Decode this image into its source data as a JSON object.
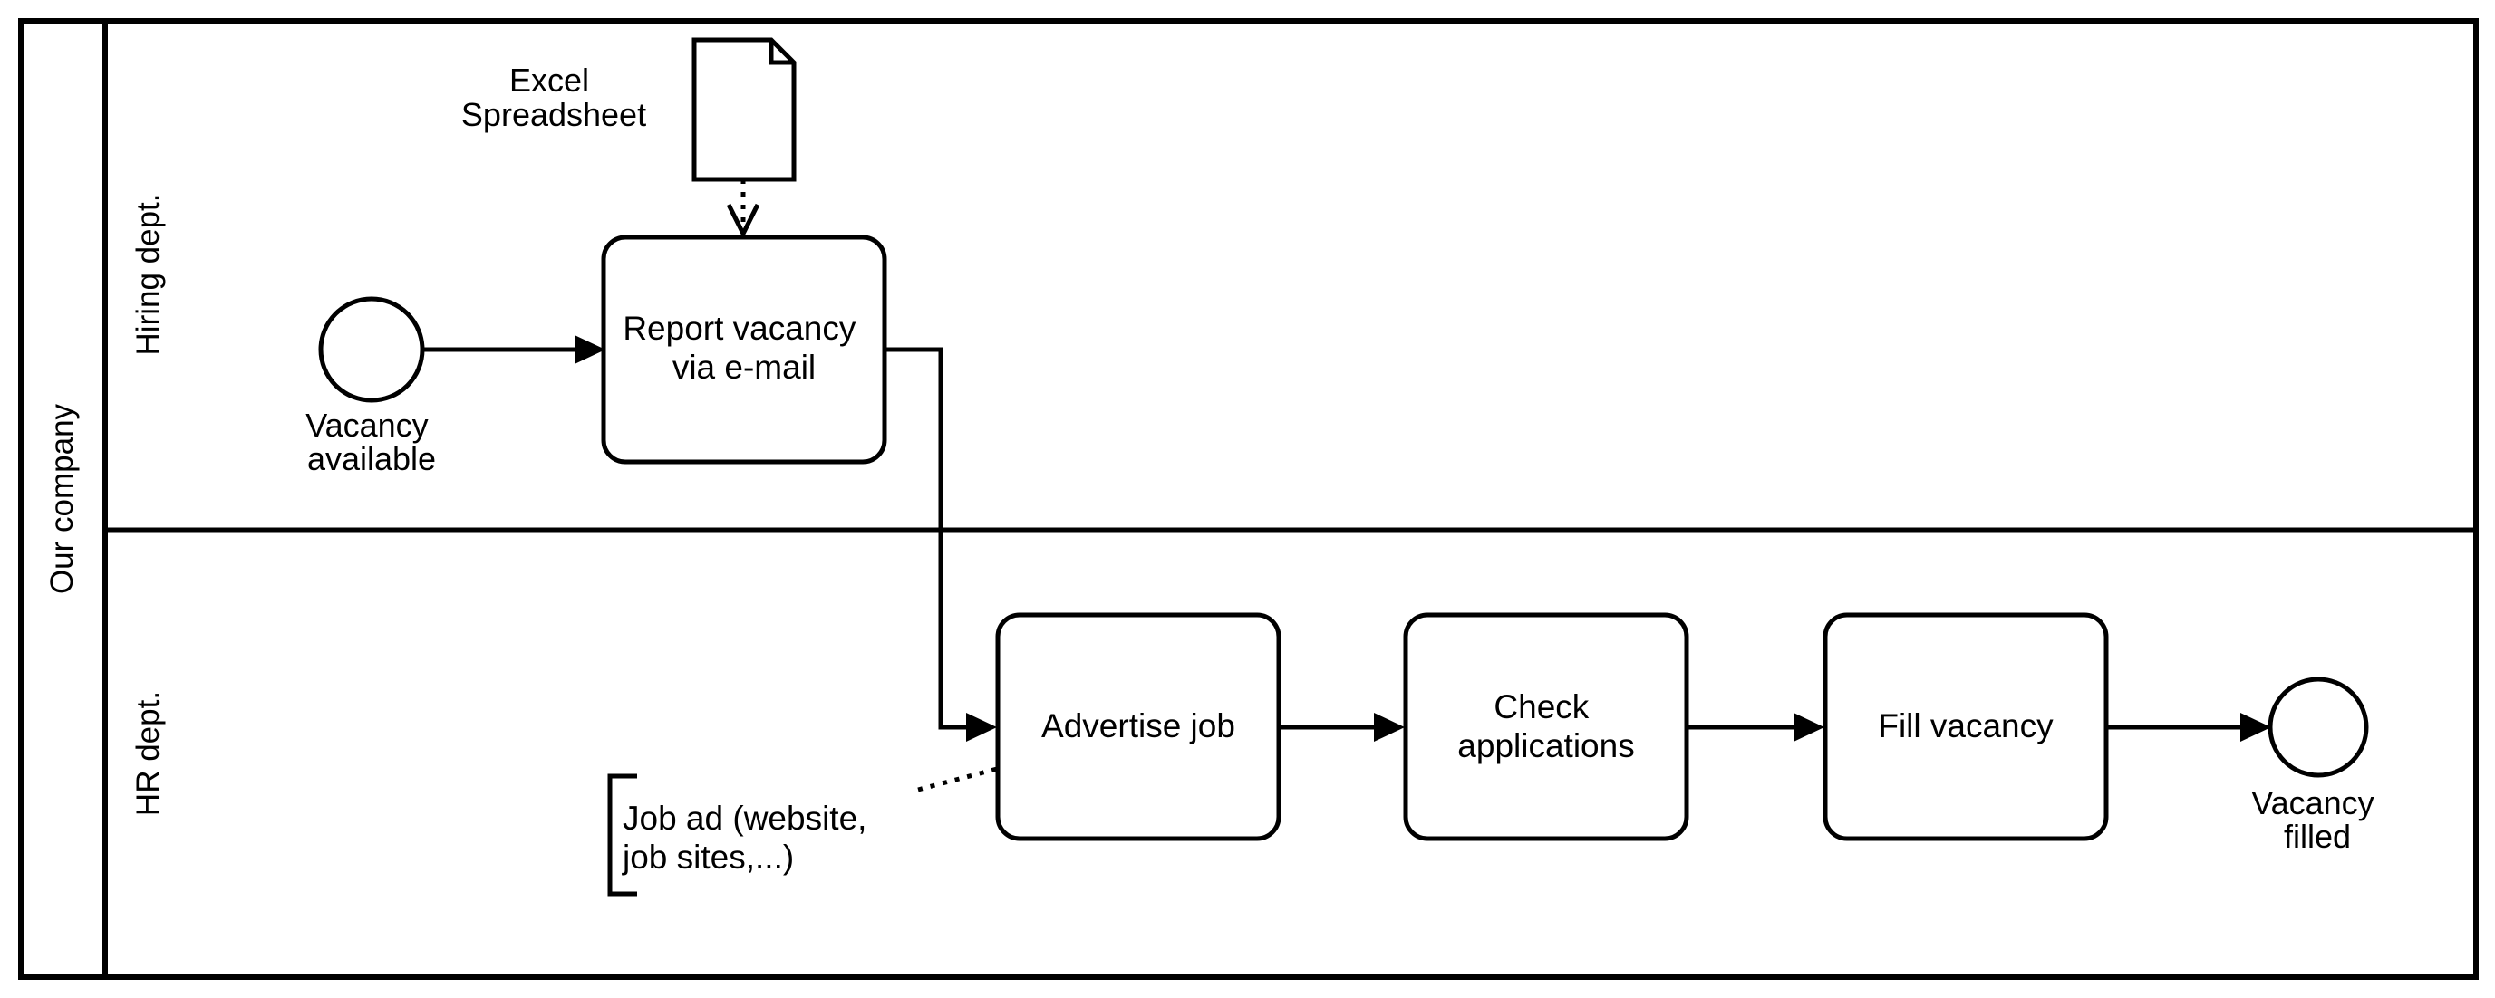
{
  "pool": {
    "label": "Our company"
  },
  "lanes": [
    {
      "id": "hiring",
      "label": "Hiring dept."
    },
    {
      "id": "hr",
      "label": "HR dept."
    }
  ],
  "events": {
    "start": {
      "lines": [
        "Vacancy",
        "available"
      ]
    },
    "end": {
      "lines": [
        "Vacancy",
        "filled"
      ]
    }
  },
  "tasks": {
    "report": {
      "lines": [
        "Report vacancy",
        "via e-mail"
      ]
    },
    "advertise": {
      "lines": [
        "Advertise job"
      ]
    },
    "check": {
      "lines": [
        "Check",
        "applications"
      ]
    },
    "fill": {
      "lines": [
        "Fill vacancy"
      ]
    }
  },
  "data_object": {
    "lines": [
      "Excel",
      "Spreadsheet"
    ]
  },
  "annotation": {
    "lines": [
      "Job ad (website,",
      "job sites,...)"
    ]
  }
}
